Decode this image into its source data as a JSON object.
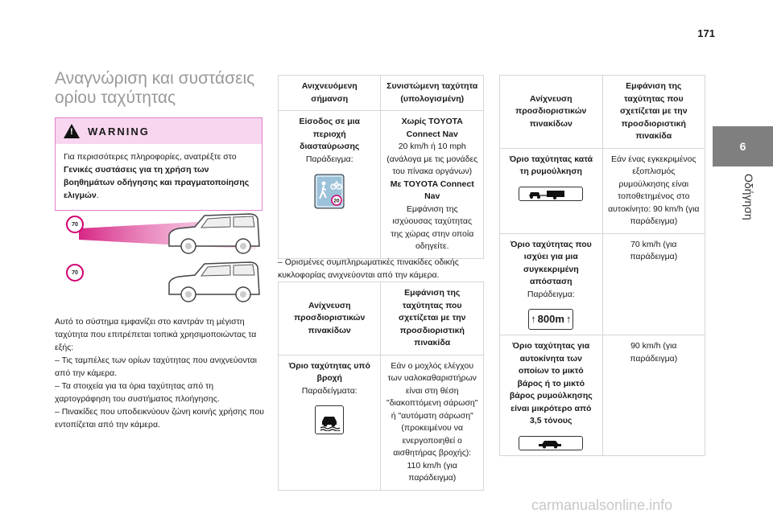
{
  "page": {
    "number": "171"
  },
  "chapter": {
    "tab": "6",
    "label": "Οδήγηση"
  },
  "section": {
    "title": "Αναγνώριση και συστάσεις ορίου ταχύτητας"
  },
  "warning": {
    "title": "WARNING",
    "text_1": "Για περισσότερες πληροφορίες, ανατρέξτε στο ",
    "text_bold": "Γενικές συστάσεις για τη χρήση των βοηθημάτων οδήγησης και πραγματοποίησης ελιγμών",
    "text_2": "."
  },
  "illustration": {
    "sign_top": "70",
    "sign_bottom": "70"
  },
  "body": {
    "intro": "Αυτό το σύστημα εμφανίζει στο καντράν τη μέγιστη ταχύτητα που επιτρέπεται τοπικά χρησιμοποιώντας τα εξής:",
    "bullets": [
      "– Τις ταμπέλες των ορίων ταχύτητας που ανιχνεύονται από την κάμερα.",
      "– Τα στοιχεία για τα όρια ταχύτητας από τη χαρτογράφηση του συστήματος πλοήγησης.",
      "– Πινακίδες που υποδεικνύουν ζώνη κοινής χρήσης που εντοπίζεται από την κάμερα."
    ]
  },
  "table1": {
    "headers": [
      "Ανιχνευόμενη σήμανση",
      "Συνιστώμενη ταχύτητα (υπολογισμένη)"
    ],
    "row": {
      "detected_bold": "Είσοδος σε μια περιοχή διασταύρωσης",
      "detected_example": "Παράδειγμα:",
      "sign_number": "20",
      "speed_bold_1": "Χωρίς TOYOTA Connect Nav",
      "speed_text_1": "20 km/h ή 10 mph (ανάλογα με τις μονάδες του πίνακα οργάνων)",
      "speed_bold_2": "Με TOYOTA Connect Nav",
      "speed_text_2": "Εμφάνιση της ισχύουσας ταχύτητας της χώρας στην οποία οδηγείτε."
    }
  },
  "mid_note": "– Ορισμένες συμπληρωματικές πινακίδες οδικής κυκλοφορίας ανιχνεύονται από την κάμερα.",
  "table2": {
    "headers": [
      "Ανίχνευση προσδιοριστικών πινακίδων",
      "Εμφάνιση της ταχύτητας που σχετίζεται με την προσδιοριστική πινακίδα"
    ],
    "row": {
      "detected_bold": "Όριο ταχύτητας υπό βροχή",
      "detected_example": "Παραδείγματα:",
      "speed_text": "Εάν ο μοχλός ελέγχου των υαλοκαθαριστήρων είναι στη θέση \"διακοπτόμενη σάρωση\" ή \"αυτόματη σάρωση\" (προκειμένου να ενεργοποιηθεί ο αισθητήρας βροχής): 110 km/h (για παράδειγμα)"
    }
  },
  "table3": {
    "headers": [
      "Ανίχνευση προσδιοριστικών πινακίδων",
      "Εμφάνιση της ταχύτητας που σχετίζεται με την προσδιοριστική πινακίδα"
    ],
    "rows": [
      {
        "detected_bold": "Όριο ταχύτητας κατά τη ρυμούλκηση",
        "detected_example": "",
        "sign_text": "",
        "speed_text": "Εάν ένας εγκεκριμένος εξοπλισμός ρυμούλκησης είναι τοποθετημένος στο αυτοκίνητο: 90 km/h (για παράδειγμα)"
      },
      {
        "detected_bold": "Όριο ταχύτητας που ισχύει για μια συγκεκριμένη απόσταση",
        "detected_example": "Παράδειγμα:",
        "sign_text": "800m",
        "speed_text": "70 km/h (για παράδειγμα)"
      },
      {
        "detected_bold": "Όριο ταχύτητας για αυτοκίνητα των οποίων το μικτό βάρος ή το μικτό βάρος ρυμούλκησης είναι μικρότερο από 3,5 τόνους",
        "detected_example": "",
        "sign_text": "",
        "speed_text": "90 km/h (για παράδειγμα)"
      }
    ]
  },
  "watermark": "carmanualsonline.info",
  "colors": {
    "accent": "#d0006f",
    "warning_bg": "#f8d6ef",
    "tab": "#7f7f7f"
  }
}
